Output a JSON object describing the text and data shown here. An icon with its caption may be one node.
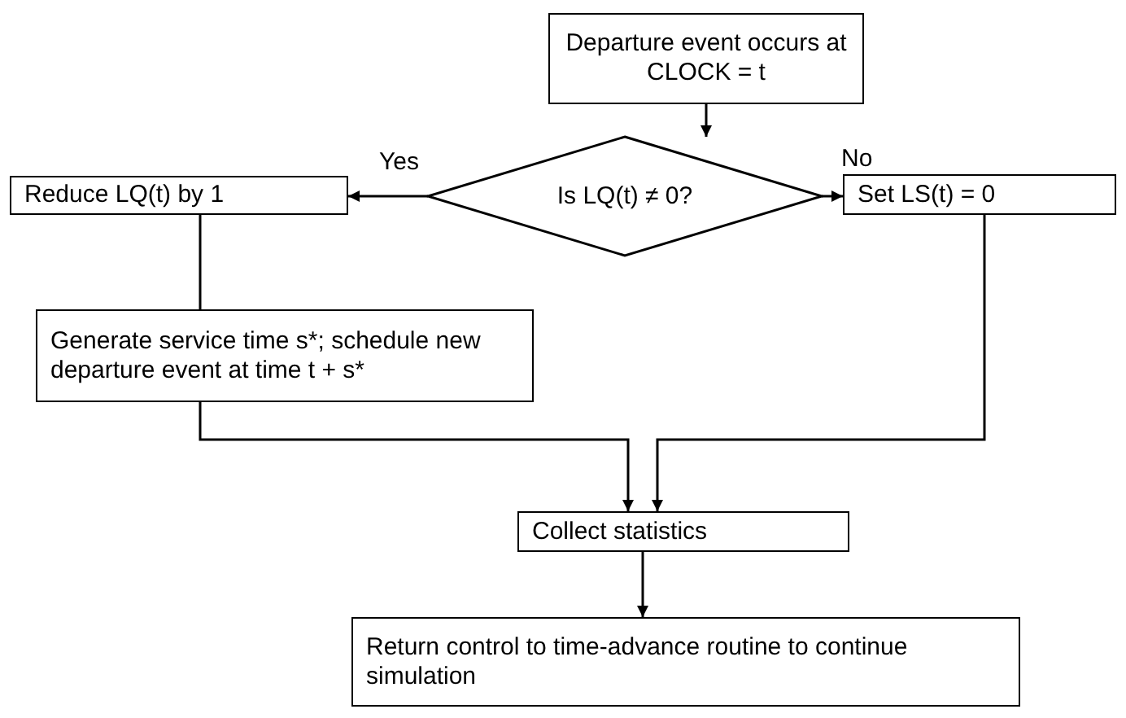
{
  "diagram": {
    "nodes": [
      {
        "text": [
          "Departure event occurs at CLOCK = t"
        ]
      },
      {
        "text": [
          "Is LQ(t) ≠ 0?"
        ]
      },
      {
        "text": [
          "Reduce LQ(t) by 1"
        ]
      },
      {
        "text": [
          "Set LS(t) = 0"
        ]
      },
      {
        "text": [
          "Generate service time s*; schedule new departure event at time t + s*"
        ]
      },
      {
        "text": [
          "Collect statistics"
        ]
      },
      {
        "text": [
          "Return control to time-advance routine to continue simulation"
        ]
      }
    ],
    "edges": [
      {
        "from": 0,
        "to": 1,
        "arrow": "to"
      },
      {
        "from": 1,
        "to": 2,
        "arrow": "to",
        "label": "Yes"
      },
      {
        "from": 1,
        "to": 3,
        "arrow": "to",
        "label": "No"
      },
      {
        "from": 2,
        "to": 4,
        "arrow": "none"
      },
      {
        "from": 4,
        "to": 5,
        "arrow": "to"
      },
      {
        "from": 3,
        "to": 5,
        "arrow": "to"
      },
      {
        "from": 5,
        "to": 6,
        "arrow": "to"
      }
    ]
  }
}
